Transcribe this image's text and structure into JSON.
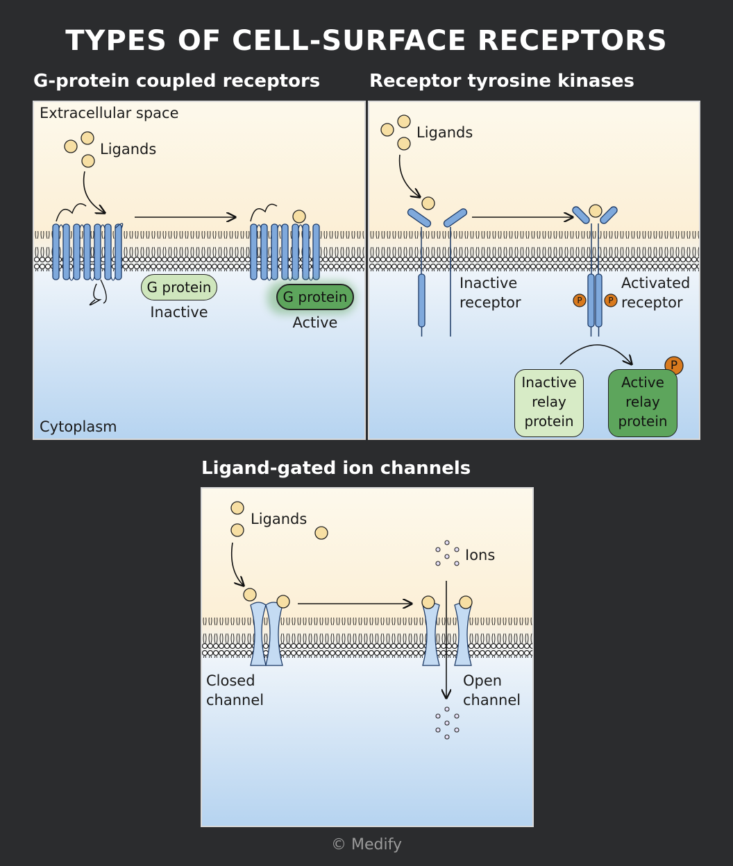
{
  "title": "TYPES OF CELL-SURFACE RECEPTORS",
  "gpcr": {
    "heading": "G-protein coupled receptors",
    "extracellular": "Extracellular space",
    "ligands": "Ligands",
    "g_protein_inactive": "G protein",
    "inactive": "Inactive",
    "g_protein_active": "G protein",
    "active": "Active",
    "cytoplasm": "Cytoplasm"
  },
  "rtk": {
    "heading": "Receptor tyrosine kinases",
    "ligands": "Ligands",
    "inactive_receptor_1": "Inactive",
    "inactive_receptor_2": "receptor",
    "activated_receptor_1": "Activated",
    "activated_receptor_2": "receptor",
    "phosphate": "P",
    "inactive_relay_1": "Inactive",
    "inactive_relay_2": "relay",
    "inactive_relay_3": "protein",
    "active_relay_1": "Active",
    "active_relay_2": "relay",
    "active_relay_3": "protein"
  },
  "lgic": {
    "heading": "Ligand-gated ion channels",
    "ligands": "Ligands",
    "ions": "Ions",
    "closed_1": "Closed",
    "closed_2": "channel",
    "open_1": "Open",
    "open_2": "channel"
  },
  "copyright": "© Medify",
  "colors": {
    "background": "#2b2c2e",
    "extracellular": "#fdf6e3",
    "cytoplasm": "#b9d6f2",
    "receptor": "#7fa9dc",
    "ligand": "#f7dfa3",
    "g_protein_inactive": "#cfe6bd",
    "g_protein_active": "#5da55c",
    "phosphate": "#d97a1e",
    "ion": "#9e90c8"
  }
}
